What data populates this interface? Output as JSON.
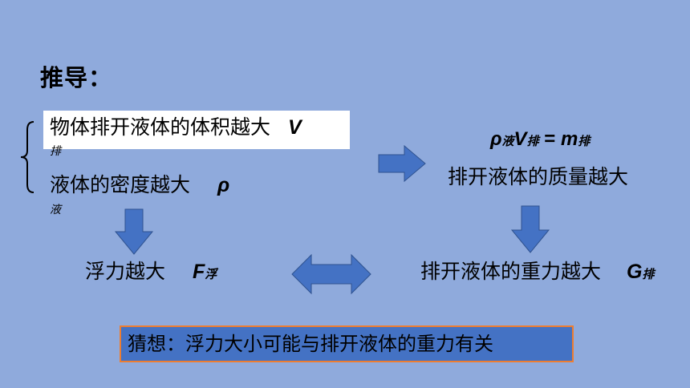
{
  "slide": {
    "title": "推导：",
    "line1_text": "物体排开液体的体积越大",
    "line1_var": "V",
    "line1_sub": "排",
    "line2_text": "液体的密度越大",
    "line2_var": "ρ",
    "line2_sub": "液",
    "formula": {
      "rho": "ρ",
      "rho_sub": "液",
      "v": "V",
      "v_sub": "排",
      "eq": " = ",
      "m": "m",
      "m_sub": "排"
    },
    "mass_text": "排开液体的质量越大",
    "buoyancy_text": "浮力越大",
    "buoyancy_var": "F",
    "buoyancy_sub": "浮",
    "gravity_text": "排开液体的重力越大",
    "gravity_var": "G",
    "gravity_sub": "排",
    "guess": "猜想：浮力大小可能与排开液体的重力有关"
  },
  "colors": {
    "background": "#8faadc",
    "arrow_fill": "#4472c4",
    "guess_fill": "#4472c4",
    "guess_border": "#ed7d31"
  }
}
